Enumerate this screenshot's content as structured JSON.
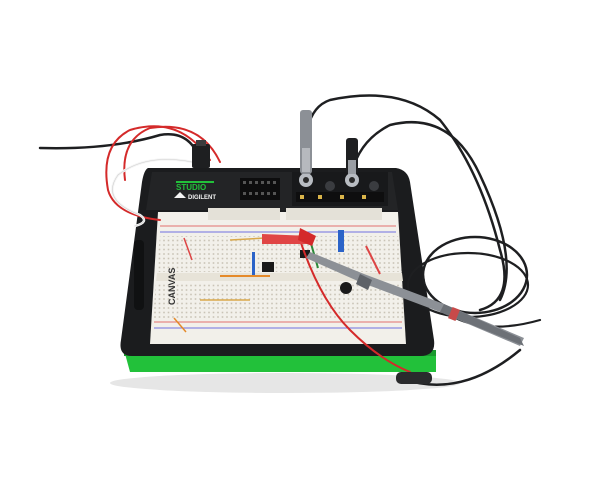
{
  "device": {
    "brand_top": "STUDIO",
    "maker": "DIGILENT",
    "canvas_label": "CANVAS",
    "accent_color": "#22c13a",
    "body_color": "#1b1c1e",
    "board_color": "#f2f0ea"
  },
  "cables": {
    "red": "#d42a2a",
    "black": "#1e1f21",
    "white": "#f4f4f4",
    "probe_gray": "#8c9096"
  }
}
